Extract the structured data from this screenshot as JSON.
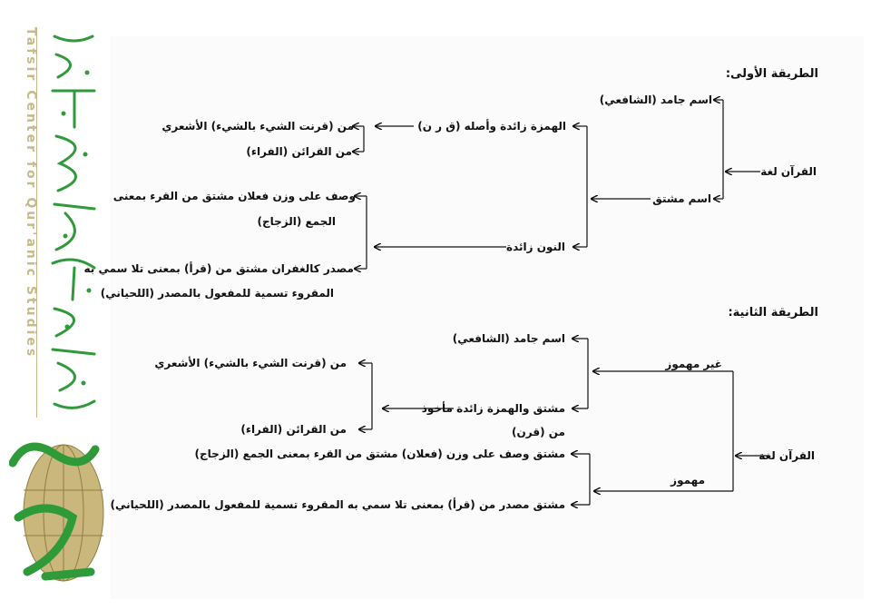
{
  "sidebar": {
    "center_name": "Tafsir Center for Qur'anic Studies",
    "logo_icon": "globe-logo-icon",
    "calligraphy_icon": "arabic-calligraphy-icon",
    "colors": {
      "green": "#2f9a3a",
      "gold": "#c8b98a",
      "globe": "#b8a76a"
    }
  },
  "diagram": {
    "method1": {
      "heading": "الطريقة الأولى:",
      "root": "القرآن لغة",
      "jamid": "اسم جامد (الشافعي)",
      "mushtaq": "اسم مشتق",
      "hamza_zaida": "الهمزة زائدة وأصله (ق ر ن)",
      "qarantu": "من (قرنت الشيء بالشيء) الأشعري",
      "qarain": "من القرائن (الفراء)",
      "nun_zaida": "النون زائدة",
      "wasf_line1": "وصف على وزن فعلان مشتق من القرء بمعنى",
      "wasf_line2": "الجمع (الزجاج)",
      "masdar_line1": "مصدر كالغفران مشتق من (قرأ) بمعنى تلا سمي به",
      "masdar_line2": "المقروء تسمية للمفعول بالمصدر (اللحياني)"
    },
    "method2": {
      "heading": "الطريقة الثانية:",
      "root": "القرآن لغة",
      "ghayr_mahmuz": "غير مهموز",
      "mahmuz": "مهموز",
      "jamid": "اسم جامد (الشافعي)",
      "mushtaq_line1": "مشتق والهمزة زائدة مأخوذ",
      "mushtaq_line2": "من (قرن)",
      "qarantu": "من (قرنت الشيء بالشيء) الأشعري",
      "qarain": "من القرائن (الفراء)",
      "wasf": "مشتق وصف على وزن (فعلان) مشتق من القرء بمعنى الجمع (الزجاج)",
      "masdar": "مشتق مصدر من (قرأ) بمعنى تلا سمي به المقروء تسمية للمفعول بالمصدر (اللحياني)"
    }
  }
}
